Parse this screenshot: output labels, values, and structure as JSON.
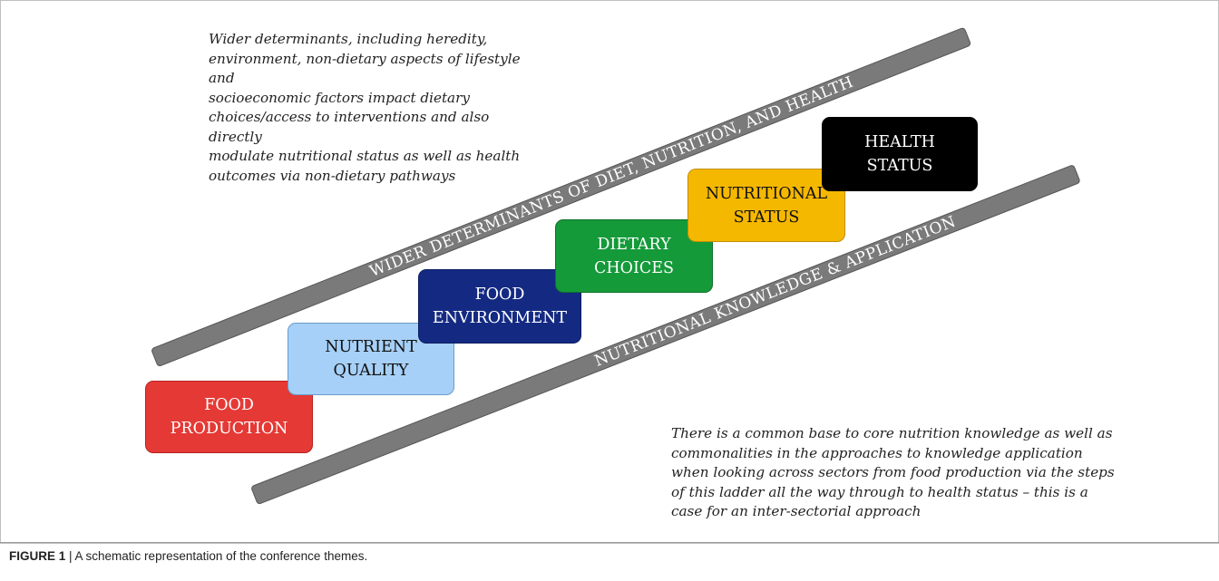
{
  "notes": {
    "top_lines": [
      "Wider determinants, including heredity,",
      "environment, non-dietary aspects of lifestyle and",
      "socioeconomic factors impact dietary",
      "choices/access to interventions and also directly",
      "modulate nutritional status as well as health",
      "outcomes via non-dietary pathways"
    ],
    "bottom_lines": [
      "There is a common base to core nutrition knowledge as well as",
      "commonalities in the approaches to knowledge application",
      "when looking across sectors from food production via the steps",
      "of this ladder all the way through to health status – this is a",
      "case for an inter-sectorial approach"
    ]
  },
  "bars": {
    "top": "WIDER DETERMINANTS OF DIET, NUTRITION, AND HEALTH",
    "bottom": "NUTRITIONAL KNOWLEDGE & APPLICATION"
  },
  "steps": [
    {
      "line1": "FOOD",
      "line2": "PRODUCTION",
      "color": "#e53935"
    },
    {
      "line1": "NUTRIENT",
      "line2": "QUALITY",
      "color": "#a6d0f7"
    },
    {
      "line1": "FOOD",
      "line2": "ENVIRONMENT",
      "color": "#142a82"
    },
    {
      "line1": "DIETARY",
      "line2": "CHOICES",
      "color": "#159a3a"
    },
    {
      "line1": "NUTRITIONAL",
      "line2": "STATUS",
      "color": "#f5b800"
    },
    {
      "line1": "HEALTH",
      "line2": "STATUS",
      "color": "#000000"
    }
  ],
  "caption": {
    "label": "FIGURE 1",
    "text": " | A schematic representation of the conference themes."
  }
}
